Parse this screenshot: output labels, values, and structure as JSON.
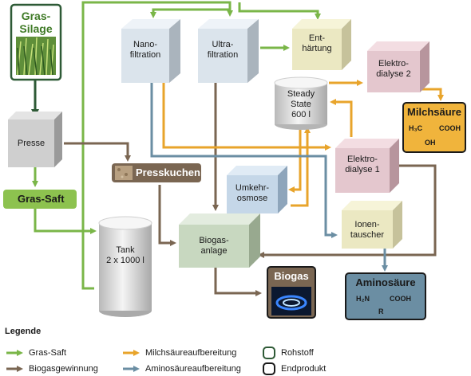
{
  "nodes": {
    "gras_silage": "Gras-\nSilage",
    "presse": "Presse",
    "gras_saft": "Gras-Saft",
    "presskuchen": "Presskuchen",
    "nanofiltration": "Nano-\nfiltration",
    "ultrafiltration": "Ultra-\nfiltration",
    "enthaertung": "Ent-\nhärtung",
    "elektrodialyse_2": "Elektro-\ndialyse 2",
    "steady_state": "Steady\nState\n600 l",
    "milchsaeure": "Milchsäure",
    "elektrodialyse_1": "Elektro-\ndialyse 1",
    "umkehrosmose": "Umkehr-\nosmose",
    "ionentauscher": "Ionen-\ntauscher",
    "biogasanlage": "Biogas-\nanlage",
    "tank": "Tank\n2 x 1000 l",
    "biogas": "Biogas",
    "aminosaeure": "Aminosäure"
  },
  "formulas": {
    "milchsaeure": {
      "left": "H₃C",
      "right": "COOH",
      "bottom": "OH"
    },
    "aminosaeure": {
      "left": "H₂N",
      "right": "COOH",
      "bottom": "R"
    }
  },
  "legend": {
    "title": "Legende",
    "items": [
      "Gras-Saft",
      "Biogasgewinnung",
      "Milchsäureaufbereitung",
      "Aminosäureaufbereitung",
      "Rohstoff",
      "Endprodukt"
    ]
  },
  "colors": {
    "gras_saft": "#7ab648",
    "biogas": "#7a6652",
    "milchsaeure": "#e8a42b",
    "aminosaeure": "#6b8ea3",
    "rohstoff_border": "#2e5a36",
    "endprodukt_border": "#1a1a1a"
  }
}
